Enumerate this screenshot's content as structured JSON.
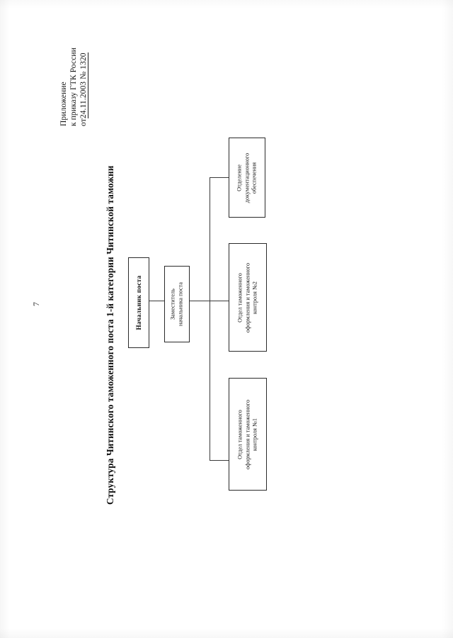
{
  "document": {
    "page_number": "7",
    "header": {
      "line1": "Приложение",
      "line2": "к приказу ГТК России",
      "line3_prefix": "от",
      "line3_value": "24.11.2003 № 1320"
    },
    "title": "Структура  Читинского  таможенного поста 1-й категории Читинской таможни"
  },
  "chart_data": {
    "type": "diagram",
    "title": "Структура  Читинского  таможенного поста 1-й категории Читинской таможни",
    "orientation": "rotated-90-landscape",
    "nodes": [
      {
        "id": "head",
        "label": "Начальник поста",
        "lines": [
          "Начальник поста"
        ],
        "emphasis": "bold"
      },
      {
        "id": "deputy",
        "label": "Заместитель начальника поста",
        "lines": [
          "Заместитель",
          "начальника поста"
        ],
        "emphasis": "normal"
      },
      {
        "id": "docs",
        "label": "Отделение документационного обеспечения",
        "lines": [
          "Отделение",
          "документационного",
          "обеспечения"
        ],
        "emphasis": "normal"
      },
      {
        "id": "customs2",
        "label": "Отдел таможенного оформления и таможенного контроля №2",
        "lines": [
          "Отдел таможенного",
          "оформления и таможенного",
          "контроля №2"
        ],
        "emphasis": "normal"
      },
      {
        "id": "customs1",
        "label": "Отдел таможенного оформления и таможенного контроля №1",
        "lines": [
          "Отдел таможенного",
          "оформления и таможенного",
          "контроля №1"
        ],
        "emphasis": "normal"
      }
    ],
    "edges": [
      {
        "from": "head",
        "to": "deputy"
      },
      {
        "from": "deputy",
        "to": "docs"
      },
      {
        "from": "deputy",
        "to": "customs2"
      },
      {
        "from": "deputy",
        "to": "customs1"
      }
    ],
    "colors": {
      "ink": "#2a2a2a",
      "paper": "#ffffff"
    }
  }
}
